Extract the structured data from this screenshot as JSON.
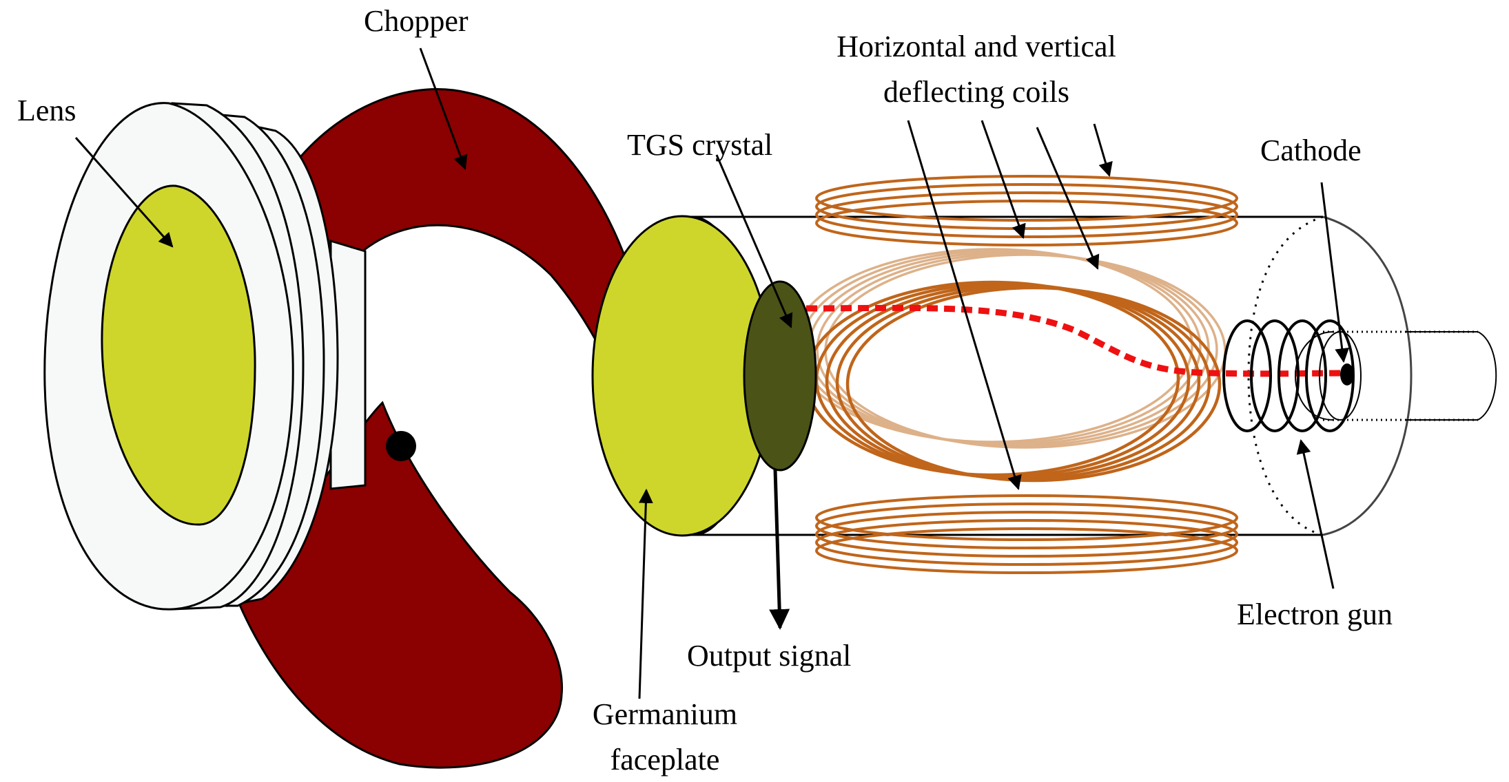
{
  "labels": {
    "lens": "Lens",
    "chopper": "Chopper",
    "coils_line1": "Horizontal and vertical",
    "coils_line2": "deflecting coils",
    "tgs_crystal": "TGS crystal",
    "cathode": "Cathode",
    "output_signal": "Output signal",
    "germanium_line1": "Germanium",
    "germanium_line2": "faceplate",
    "electron_gun": "Electron gun"
  },
  "colors": {
    "lens_glass": "#CED62B",
    "lens_housing": "#F7F9F9",
    "chopper": "#8B0000",
    "faceplate": "#CED62B",
    "tgs_crystal": "#4B5316",
    "coil": "#C0651A",
    "coil_light": "#DDB189",
    "beam": "#EE1111"
  }
}
